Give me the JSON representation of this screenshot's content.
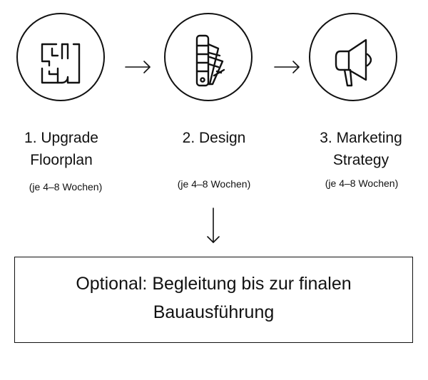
{
  "steps": [
    {
      "title": "1. Upgrade\nFloorplan",
      "duration": "(je 4–8 Wochen)",
      "icon": "floorplan-icon"
    },
    {
      "title": "2. Design",
      "duration": "(je 4–8 Wochen)",
      "icon": "color-swatch-icon"
    },
    {
      "title": "3. Marketing\nStrategy",
      "duration": "(je 4–8 Wochen)",
      "icon": "megaphone-icon"
    }
  ],
  "optional": {
    "text": "Optional: Begleitung bis zur finalen\nBauausführung"
  }
}
